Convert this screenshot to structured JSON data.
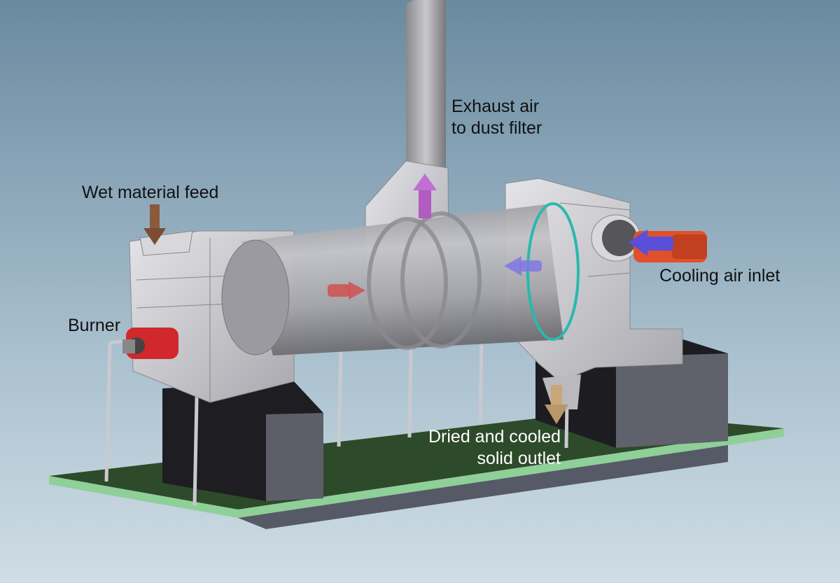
{
  "labels": {
    "exhaust": [
      "Exhaust air",
      "to dust filter"
    ],
    "feed": "Wet material feed",
    "burner": "Burner",
    "cooling": "Cooling air inlet",
    "outlet": [
      "Dried and cooled",
      "solid outlet"
    ]
  },
  "colors": {
    "feed_arrow": "#8a5a3c",
    "exhaust_arrow": "#b05cc0",
    "hot_air_arrow": "#d05050",
    "cooling_air_arrow": "#5a4fd8",
    "outlet_arrow": "#c8a878",
    "motor": "#e0502c",
    "platform": "#2f4a2a",
    "seal_ring": "#2ab8b0"
  }
}
